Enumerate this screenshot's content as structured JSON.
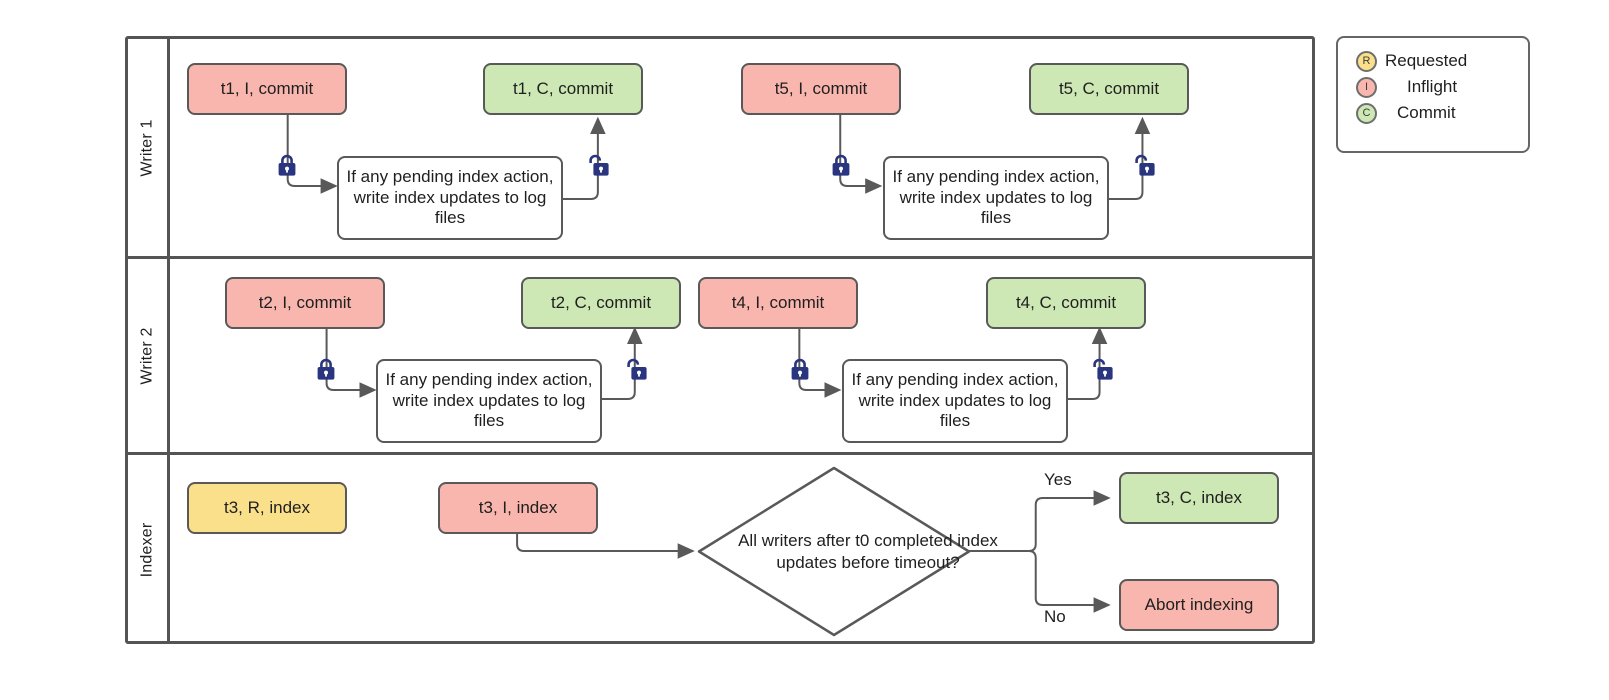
{
  "diagram": {
    "title": "Writer / Indexer swimlane flow",
    "colors": {
      "inflight": "#f8b6ae",
      "commit": "#cde8b4",
      "requested": "#fbe08c",
      "border": "#595959",
      "lane_border": "#545454",
      "lock": "#2a3580"
    }
  },
  "lanes": [
    {
      "label": "Writer 1"
    },
    {
      "label": "Writer 2"
    },
    {
      "label": "Indexer"
    }
  ],
  "writer1": {
    "start_box": "t1, I, commit",
    "process_box": "If any pending index action, write index updates to log files",
    "end_box": "t1, C, commit",
    "start_box2": "t5, I, commit",
    "process_box2": "If any pending index action, write index updates to log files",
    "end_box2": "t5, C, commit",
    "lock_icon": "lock-closed-icon",
    "unlock_icon": "lock-open-icon"
  },
  "writer2": {
    "start_box": "t2, I, commit",
    "process_box": "If any pending index action, write index updates to log files",
    "end_box": "t2, C, commit",
    "start_box2": "t4, I, commit",
    "process_box2": "If any pending index action, write index updates to log files",
    "end_box2": "t4, C, commit",
    "lock_icon": "lock-closed-icon",
    "unlock_icon": "lock-open-icon"
  },
  "indexer": {
    "requested_box": "t3, R, index",
    "inflight_box": "t3, I, index",
    "decision": "All writers after t0 completed index updates before timeout?",
    "yes_label": "Yes",
    "no_label": "No",
    "yes_box": "t3, C, index",
    "no_box": "Abort indexing"
  },
  "legend": {
    "items": [
      {
        "code": "R",
        "label": "Requested"
      },
      {
        "code": "I",
        "label": "Inflight"
      },
      {
        "code": "C",
        "label": "Commit"
      }
    ]
  }
}
